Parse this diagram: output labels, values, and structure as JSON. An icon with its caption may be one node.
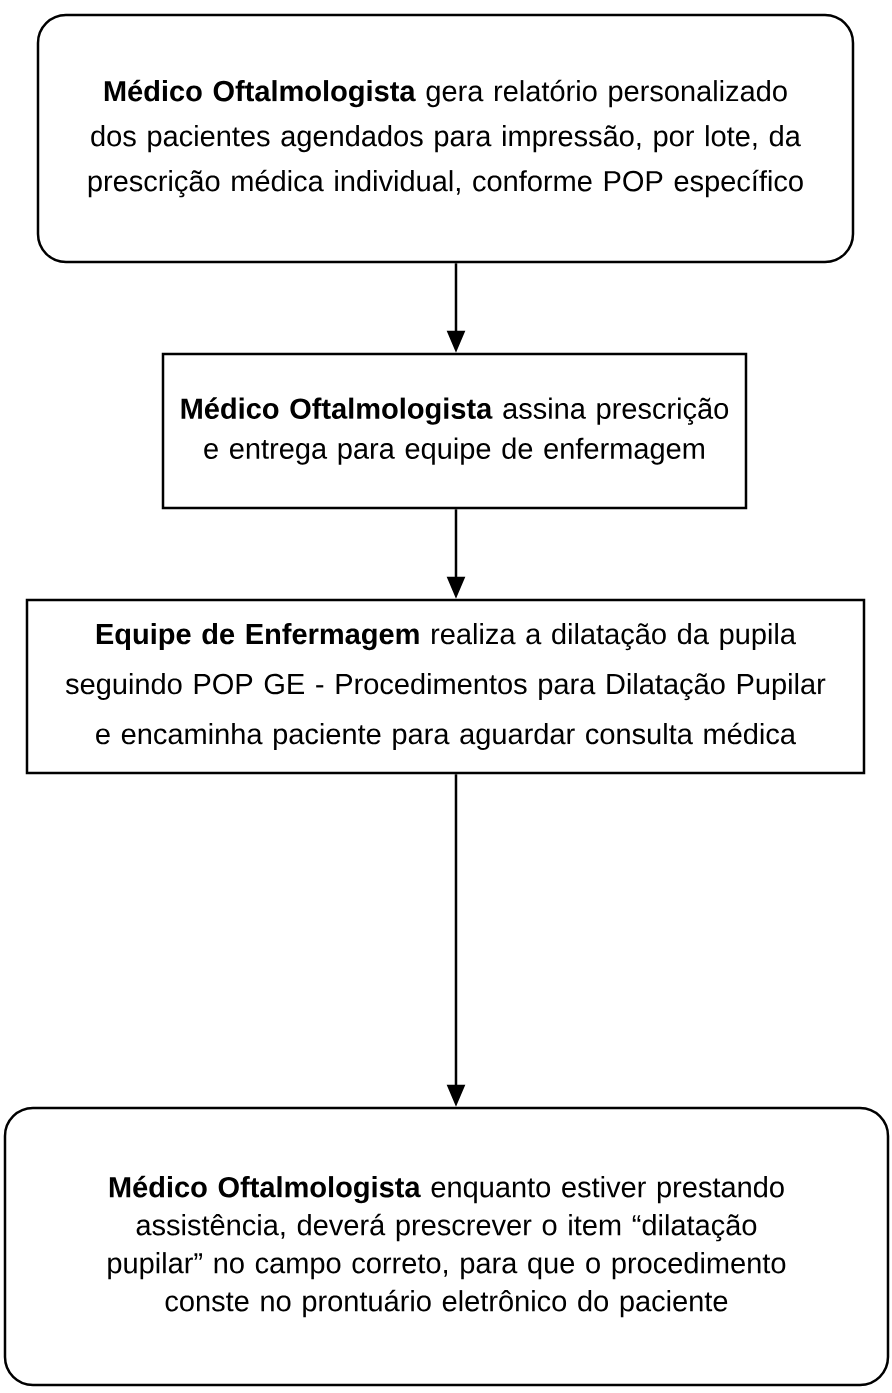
{
  "diagram": {
    "nodes": [
      {
        "text": [
          "**Médico Oftalmologista** gera relatório personalizado dos pacientes agendados para impressão, por lote, da prescrição médica individual, conforme POP específico"
        ]
      },
      {
        "text": [
          "**Médico Oftalmologista** assina prescrição e entrega para equipe de enfermagem"
        ]
      },
      {
        "text": [
          "**Equipe de Enfermagem** realiza a dilatação da pupila seguindo POP GE - Procedimentos para Dilatação Pupilar e encaminha paciente para aguardar consulta médica"
        ]
      },
      {
        "text": [
          "**Médico Oftalmologista** enquanto estiver prestando assistência, deverá prescrever o item “dilatação pupilar” no campo correto, para que o procedimento conste no prontuário eletrônico do paciente"
        ]
      }
    ],
    "edges": [
      {
        "from": 0,
        "to": 1,
        "arrow": "to"
      },
      {
        "from": 1,
        "to": 2,
        "arrow": "to"
      },
      {
        "from": 2,
        "to": 3,
        "arrow": "to"
      }
    ]
  }
}
